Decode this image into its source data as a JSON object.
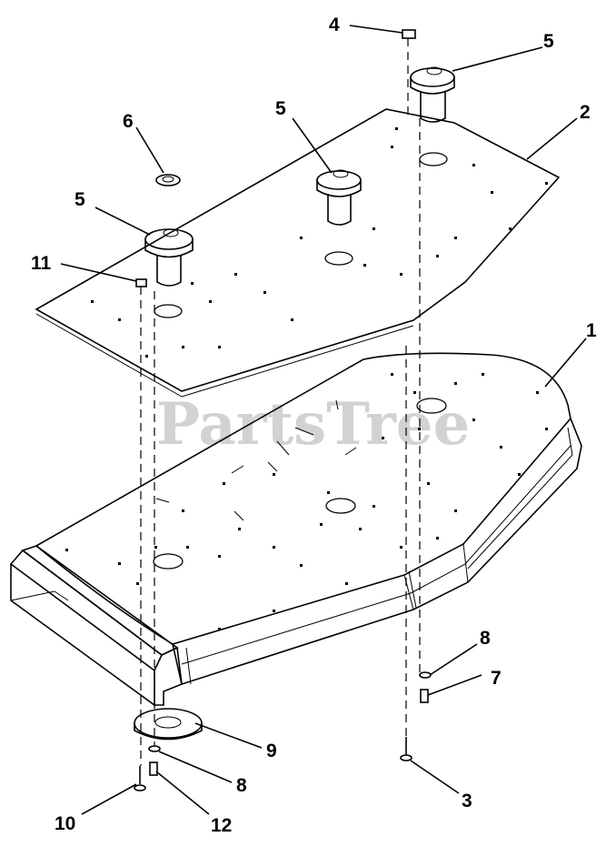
{
  "watermark": "PartsTree",
  "callouts": [
    {
      "id": "4",
      "text": "4"
    },
    {
      "id": "5a",
      "text": "5"
    },
    {
      "id": "2",
      "text": "2"
    },
    {
      "id": "5b",
      "text": "5"
    },
    {
      "id": "6",
      "text": "6"
    },
    {
      "id": "5c",
      "text": "5"
    },
    {
      "id": "11",
      "text": "11"
    },
    {
      "id": "1",
      "text": "1"
    },
    {
      "id": "8a",
      "text": "8"
    },
    {
      "id": "7",
      "text": "7"
    },
    {
      "id": "9",
      "text": "9"
    },
    {
      "id": "8b",
      "text": "8"
    },
    {
      "id": "3",
      "text": "3"
    },
    {
      "id": "10",
      "text": "10"
    },
    {
      "id": "12",
      "text": "12"
    }
  ]
}
